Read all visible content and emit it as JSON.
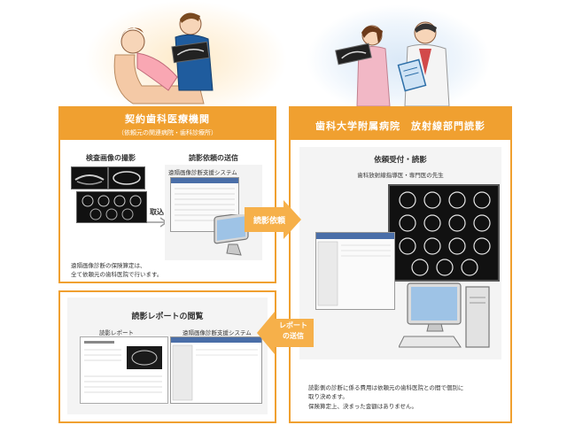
{
  "left_panel": {
    "title": "契約歯科医療機関",
    "subtitle": "（依頼元の関連病院・歯科診療所）",
    "exam_label": "検査画像の撮影",
    "send_label": "読影依頼の送信",
    "system_label": "遠隔画像診断支援システム",
    "import_label": "取込",
    "note_line1": "遠隔画像診断の保険算定は、",
    "note_line2": "全て依頼元の歯科医院で行います。"
  },
  "right_panel": {
    "title": "歯科大学附属病院　放射線部門読影",
    "receive_label": "依頼受付・読影",
    "doctor_label": "歯科放射線指導医・専門医の先生",
    "note_line1": "読影側の診断に係る費用は依頼元の歯科医院との間で個別に",
    "note_line2": "取り決めます。",
    "note_line3": "保険算定上、決まった金額はありません。"
  },
  "bottom_panel": {
    "title": "読影レポートの閲覧",
    "report_label": "読影レポート",
    "system_label": "遠隔画像診断支援システム"
  },
  "arrows": {
    "request": "読影依頼",
    "report_line1": "レポート",
    "report_line2": "の送信"
  },
  "colors": {
    "accent": "#f0a030",
    "arrow": "#f6b04a"
  }
}
